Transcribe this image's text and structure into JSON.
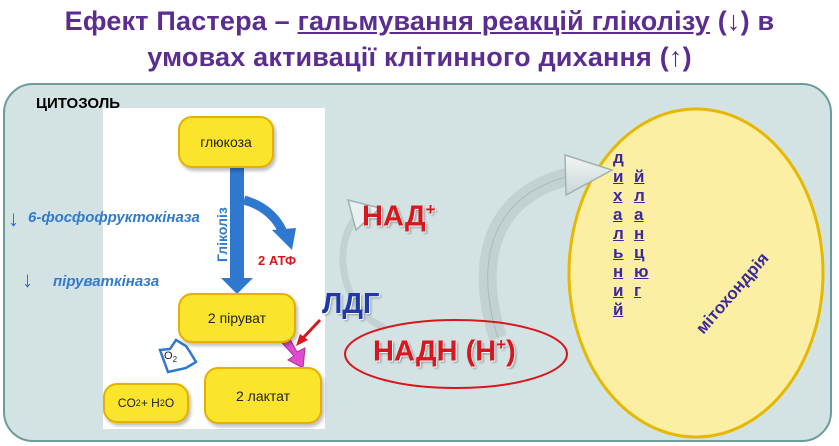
{
  "title": {
    "line1_prefix": "Ефект Пастера – ",
    "line1_underlined": "гальмування реакцій гліколізу",
    "line1_suffix": " (↓) в",
    "line2": "умовах активації клітинного дихання (↑)"
  },
  "cytosol_label": "ЦИТОЗОЛЬ",
  "nodes": {
    "glucose": "глюкоза",
    "pyruvate": "2 піруват",
    "lactate": "2 лактат",
    "co2_h2o_parts": [
      "CO",
      "2",
      " + H",
      "2",
      "O"
    ],
    "o2_parts": [
      "O",
      "2"
    ]
  },
  "glycolysis_label": "Гліколіз",
  "atp_label": "2 АТФ",
  "enzymes": {
    "pfk": "6-фосфофруктокіназа",
    "pk": "піруваткіназа",
    "arrow": "↓"
  },
  "cofactors": {
    "nad": "НАД",
    "nad_sup": "+",
    "nadh": "НАДН (Н",
    "nadh_sup": "+",
    "nadh_end": ")",
    "ldg": "ЛДГ"
  },
  "respiratory_chain": {
    "word1": [
      "д",
      "и",
      "х",
      "а",
      "л",
      "ь",
      "н",
      "и",
      "й"
    ],
    "word2": [
      "л",
      "а",
      "н",
      "ц",
      "ю",
      "г"
    ],
    "word2_lead": "й"
  },
  "mitochondria_label": "мітохондрія",
  "colors": {
    "title": "#5b2d90",
    "cell_fill": "#d3e2e2",
    "node_fill": "#fbe52c",
    "mito_fill": "#fcefa4",
    "red": "#d8161d",
    "blue": "#2e7bcf"
  }
}
